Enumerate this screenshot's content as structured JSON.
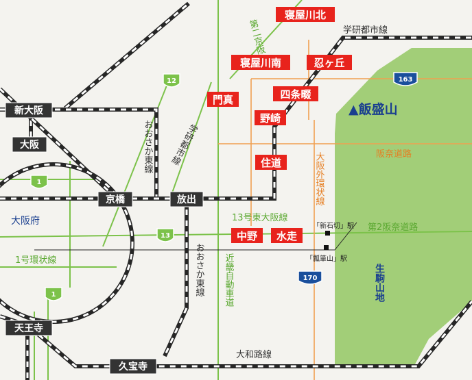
{
  "stations": {
    "shin_osaka": "新大阪",
    "osaka": "大阪",
    "kyobashi": "京橋",
    "hanaten": "放出",
    "tennoji": "天王寺",
    "kyuhoji": "久宝寺",
    "neyagawa_kita": "寝屋川北",
    "neyagawa_minami": "寝屋川南",
    "shinobugaoka": "忍ヶ丘",
    "kadoma": "門真",
    "shijonawate": "四条畷",
    "nozaki": "野崎",
    "sumimichi": "住道",
    "nakano": "中野",
    "mizuhai": "水走"
  },
  "rail_lines": {
    "gakken_toshi": "学研都市線",
    "gakken_toshi_vertical": "学研都市線",
    "osaka_higashi_north": "おおさか東線",
    "osaka_higashi_south": "おおさか東線",
    "yamatoji": "大和路線"
  },
  "roads": {
    "daini_keihan": "第二京阪",
    "route12_shield": "12",
    "route1_shield_north": "1",
    "route1_shield_south": "1",
    "route13_shield": "13",
    "route163_shield": "163",
    "route170_shield": "170",
    "route13_label": "13号東大阪線",
    "kinki_expressway": "近畿自動車道",
    "hanna_doro": "阪奈道路",
    "daini_hanna": "第2阪奈道路",
    "osaka_sotokanjo": "大阪外環状線",
    "loop_route1": "1号環状線"
  },
  "areas": {
    "osaka_fu": "大阪府",
    "iimoriyama": "▲飯盛山",
    "ikoma_sanchi": "生駒山地"
  },
  "points": {
    "shin_ishikiri": "「新石切」駅",
    "hyotanyama": "「瓢箪山」駅"
  },
  "colors": {
    "mountain_green": "#a2ce78",
    "road_green": "#7cc24a",
    "orange_road": "#f0a050",
    "station_red": "#e8231c",
    "station_dark": "#333333",
    "rail": "#262626",
    "route_blue": "#1a4f9c",
    "text_blue": "#1a3f8f",
    "text_green": "#5aa830",
    "text_orange": "#e67e22"
  }
}
